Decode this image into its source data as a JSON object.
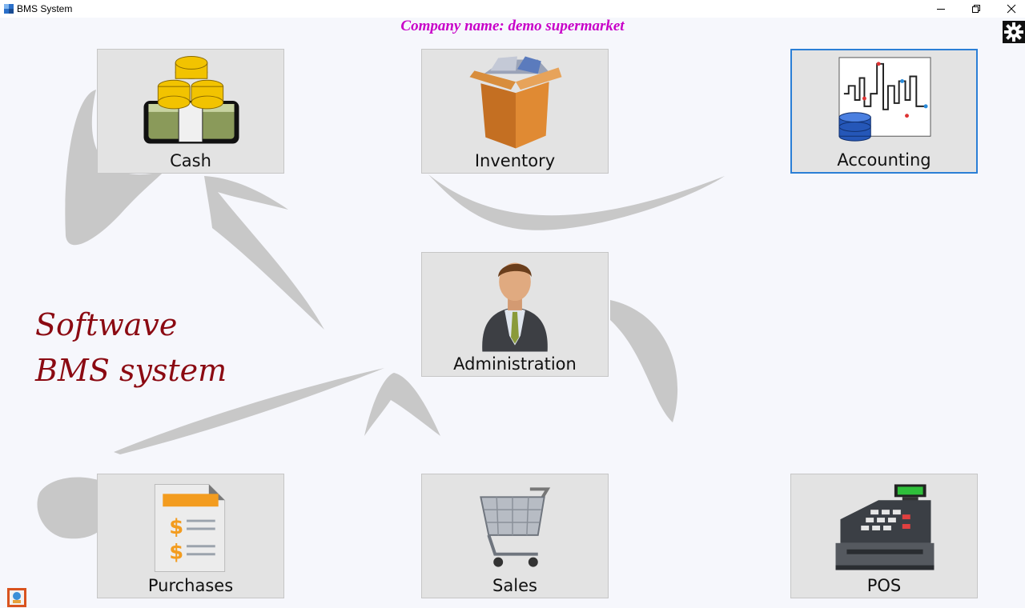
{
  "window": {
    "title": "BMS System",
    "controls": [
      "minimize",
      "restore",
      "close"
    ]
  },
  "header": {
    "company_name": "Company name: demo supermarket",
    "settings_icon": "gear-icon"
  },
  "brand": {
    "line1": "Softwave",
    "line2": "BMS system"
  },
  "tiles": [
    {
      "id": "cash",
      "label": "Cash",
      "icon": "money-stack-icon"
    },
    {
      "id": "inventory",
      "label": "Inventory",
      "icon": "cardboard-box-icon"
    },
    {
      "id": "accounting",
      "label": "Accounting",
      "icon": "accounting-chart-icon",
      "selected": true
    },
    {
      "id": "administration",
      "label": "Administration",
      "icon": "businessman-icon"
    },
    {
      "id": "purchases",
      "label": "Purchases",
      "icon": "invoice-icon"
    },
    {
      "id": "sales",
      "label": "Sales",
      "icon": "shopping-cart-icon"
    },
    {
      "id": "pos",
      "label": "POS",
      "icon": "cash-register-icon"
    }
  ],
  "colors": {
    "background": "#f6f7fc",
    "company_text": "#c800c8",
    "brand_text": "#8b0a12",
    "tile_bg": "#e3e3e3",
    "selected_border": "#2b7fd6",
    "decor_gray": "#c8c8c8"
  }
}
